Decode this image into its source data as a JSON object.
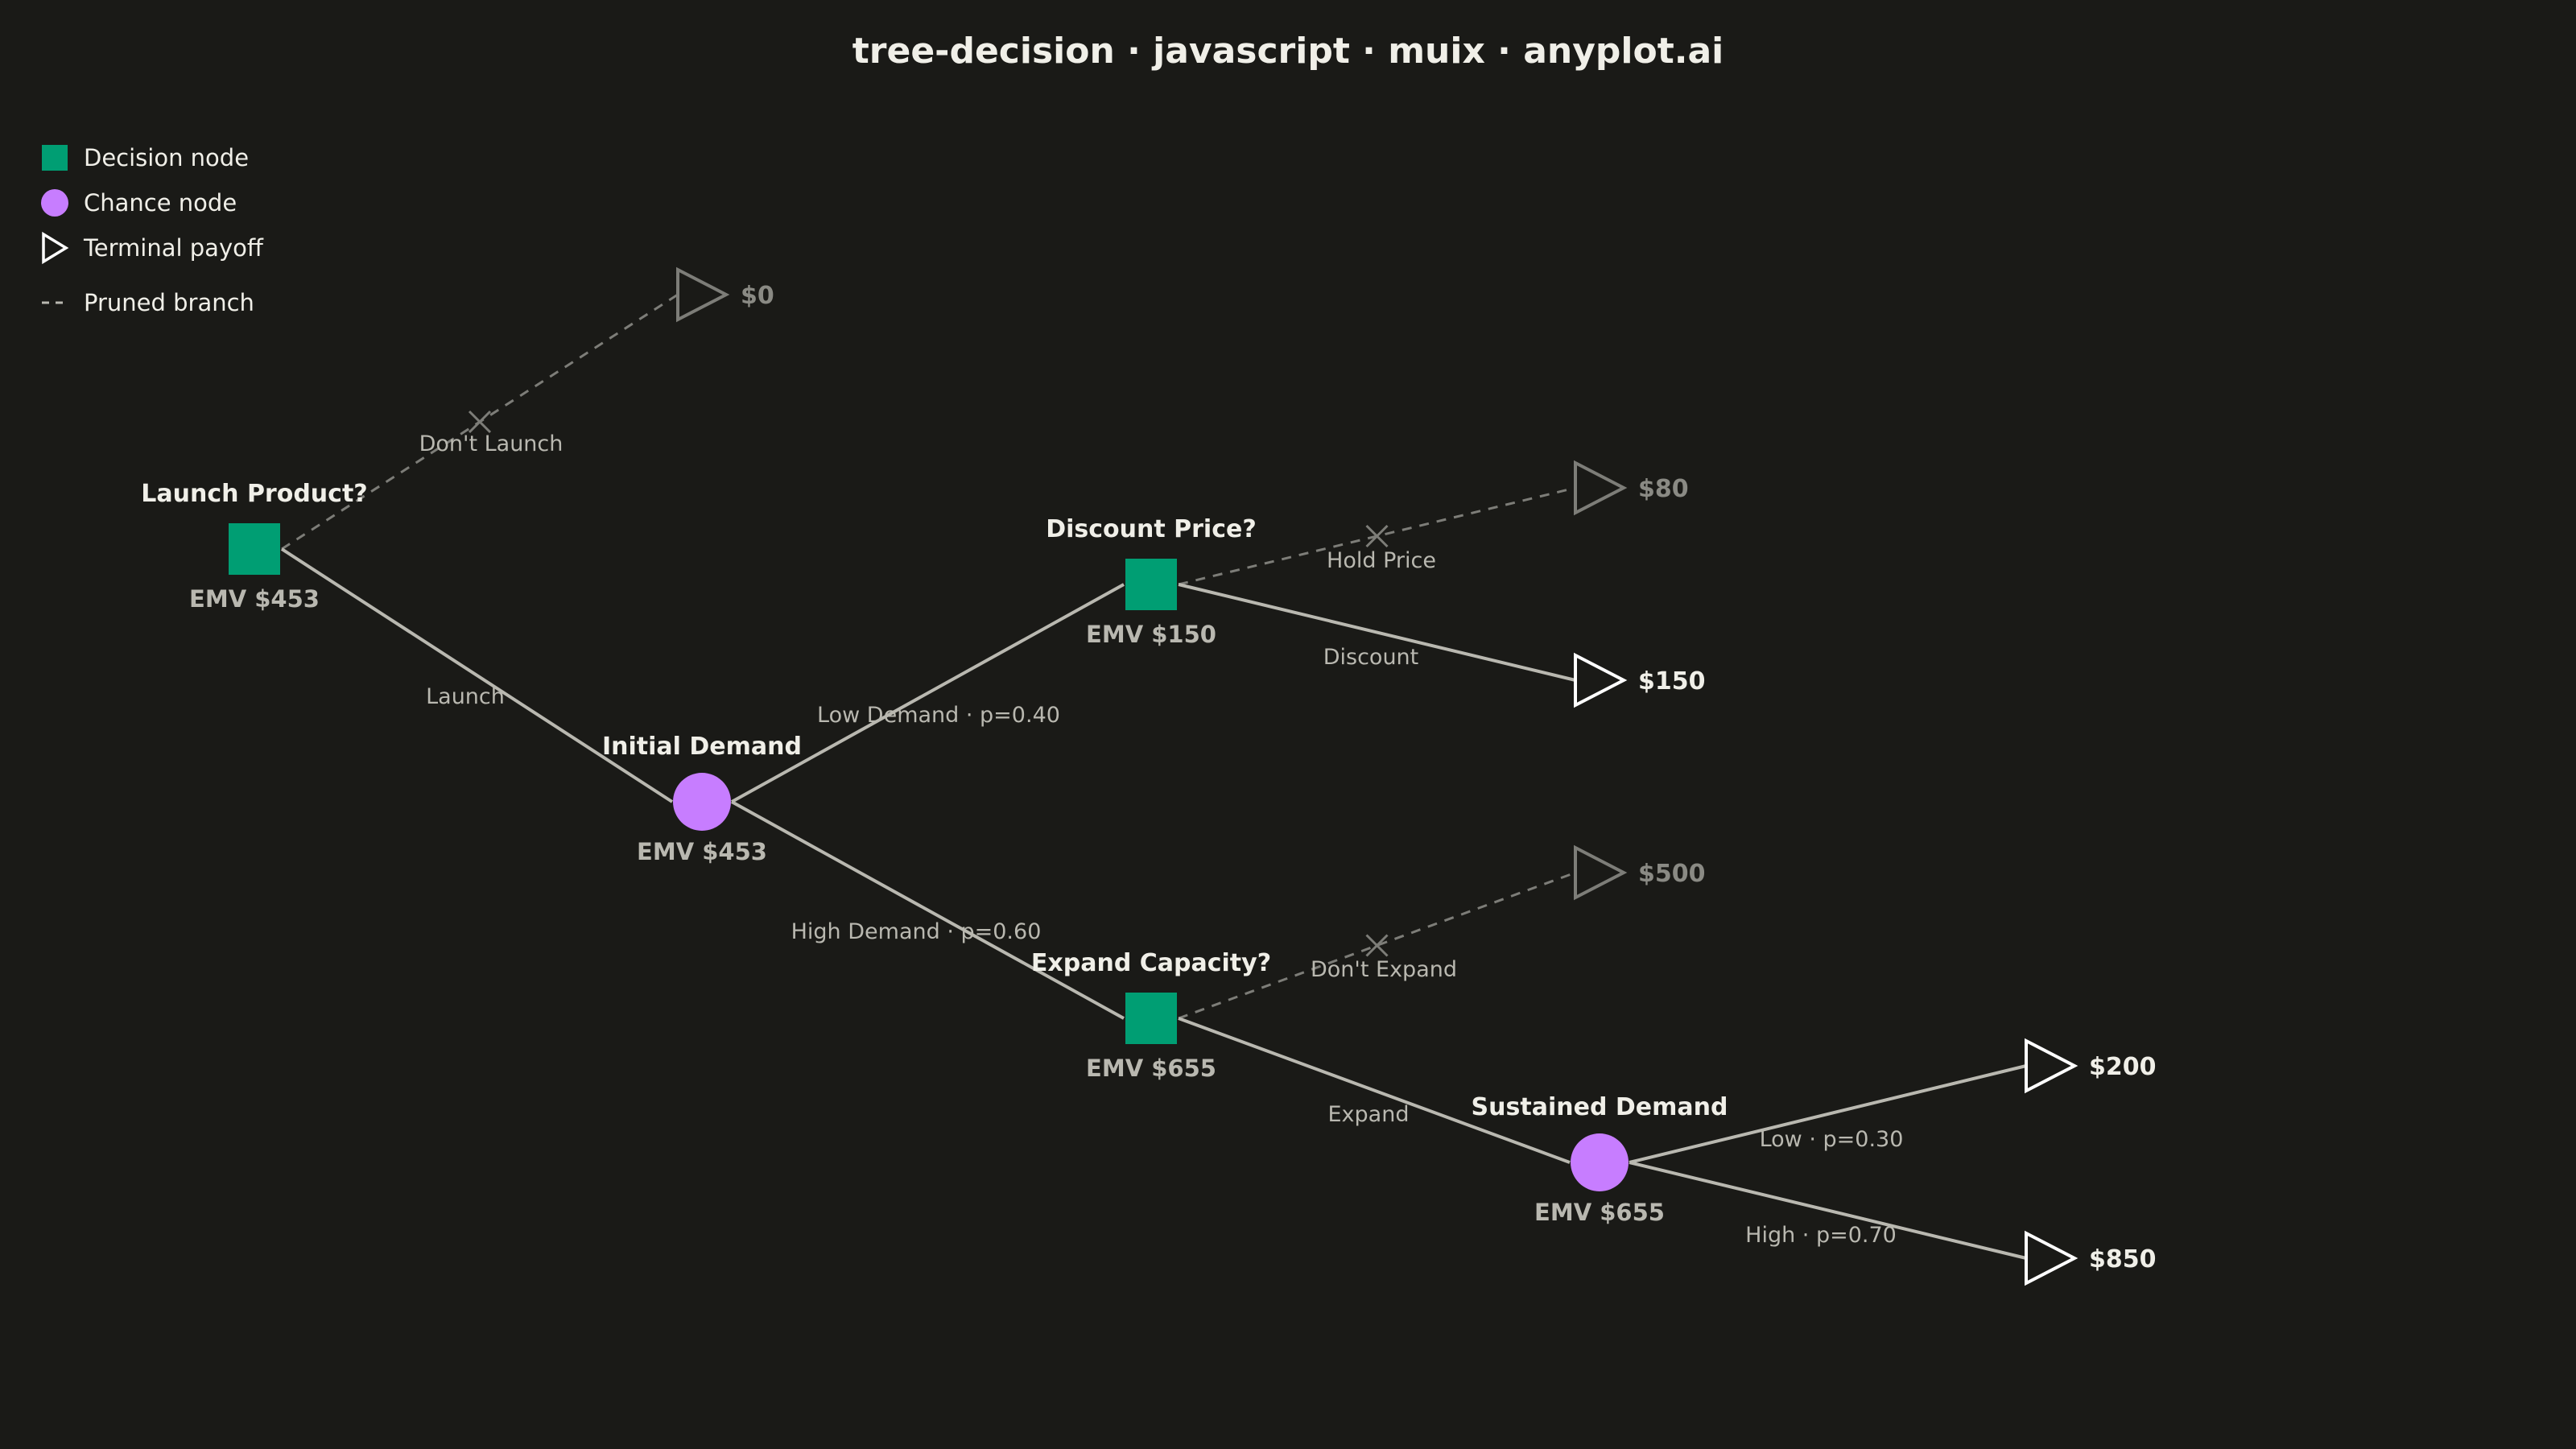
{
  "title": "tree-decision · javascript · muix · anyplot.ai",
  "colors": {
    "background": "#1a1a17",
    "decision": "#009e73",
    "chance": "#c77dff",
    "terminal_stroke": "#ffffff",
    "pruned": "#7d7d78",
    "branch": "#b9b8b0"
  },
  "legend": {
    "decision": "Decision node",
    "chance": "Chance node",
    "terminal": "Terminal payoff",
    "pruned": "Pruned branch"
  },
  "nodes": {
    "launch": {
      "type": "decision",
      "title": "Launch Product?",
      "emv": "EMV $453"
    },
    "initial_demand": {
      "type": "chance",
      "title": "Initial Demand",
      "emv": "EMV $453"
    },
    "discount": {
      "type": "decision",
      "title": "Discount Price?",
      "emv": "EMV $150"
    },
    "expand": {
      "type": "decision",
      "title": "Expand Capacity?",
      "emv": "EMV $655"
    },
    "sustained": {
      "type": "chance",
      "title": "Sustained Demand",
      "emv": "EMV $655"
    },
    "t_dont_launch": {
      "type": "terminal",
      "payoff": "$0",
      "pruned": true
    },
    "t_hold": {
      "type": "terminal",
      "payoff": "$80",
      "pruned": true
    },
    "t_discount": {
      "type": "terminal",
      "payoff": "$150",
      "pruned": false
    },
    "t_dont_expand": {
      "type": "terminal",
      "payoff": "$500",
      "pruned": true
    },
    "t_low": {
      "type": "terminal",
      "payoff": "$200",
      "pruned": false
    },
    "t_high": {
      "type": "terminal",
      "payoff": "$850",
      "pruned": false
    }
  },
  "branches": [
    {
      "from": "launch",
      "to": "t_dont_launch",
      "label": "Don't Launch",
      "pruned": true
    },
    {
      "from": "launch",
      "to": "initial_demand",
      "label": "Launch",
      "pruned": false
    },
    {
      "from": "initial_demand",
      "to": "discount",
      "label": "Low Demand · p=0.40",
      "pruned": false
    },
    {
      "from": "initial_demand",
      "to": "expand",
      "label": "High Demand · p=0.60",
      "pruned": false
    },
    {
      "from": "discount",
      "to": "t_hold",
      "label": "Hold Price",
      "pruned": true
    },
    {
      "from": "discount",
      "to": "t_discount",
      "label": "Discount",
      "pruned": false
    },
    {
      "from": "expand",
      "to": "t_dont_expand",
      "label": "Don't Expand",
      "pruned": true
    },
    {
      "from": "expand",
      "to": "sustained",
      "label": "Expand",
      "pruned": false
    },
    {
      "from": "sustained",
      "to": "t_low",
      "label": "Low · p=0.30",
      "pruned": false
    },
    {
      "from": "sustained",
      "to": "t_high",
      "label": "High · p=0.70",
      "pruned": false
    }
  ]
}
